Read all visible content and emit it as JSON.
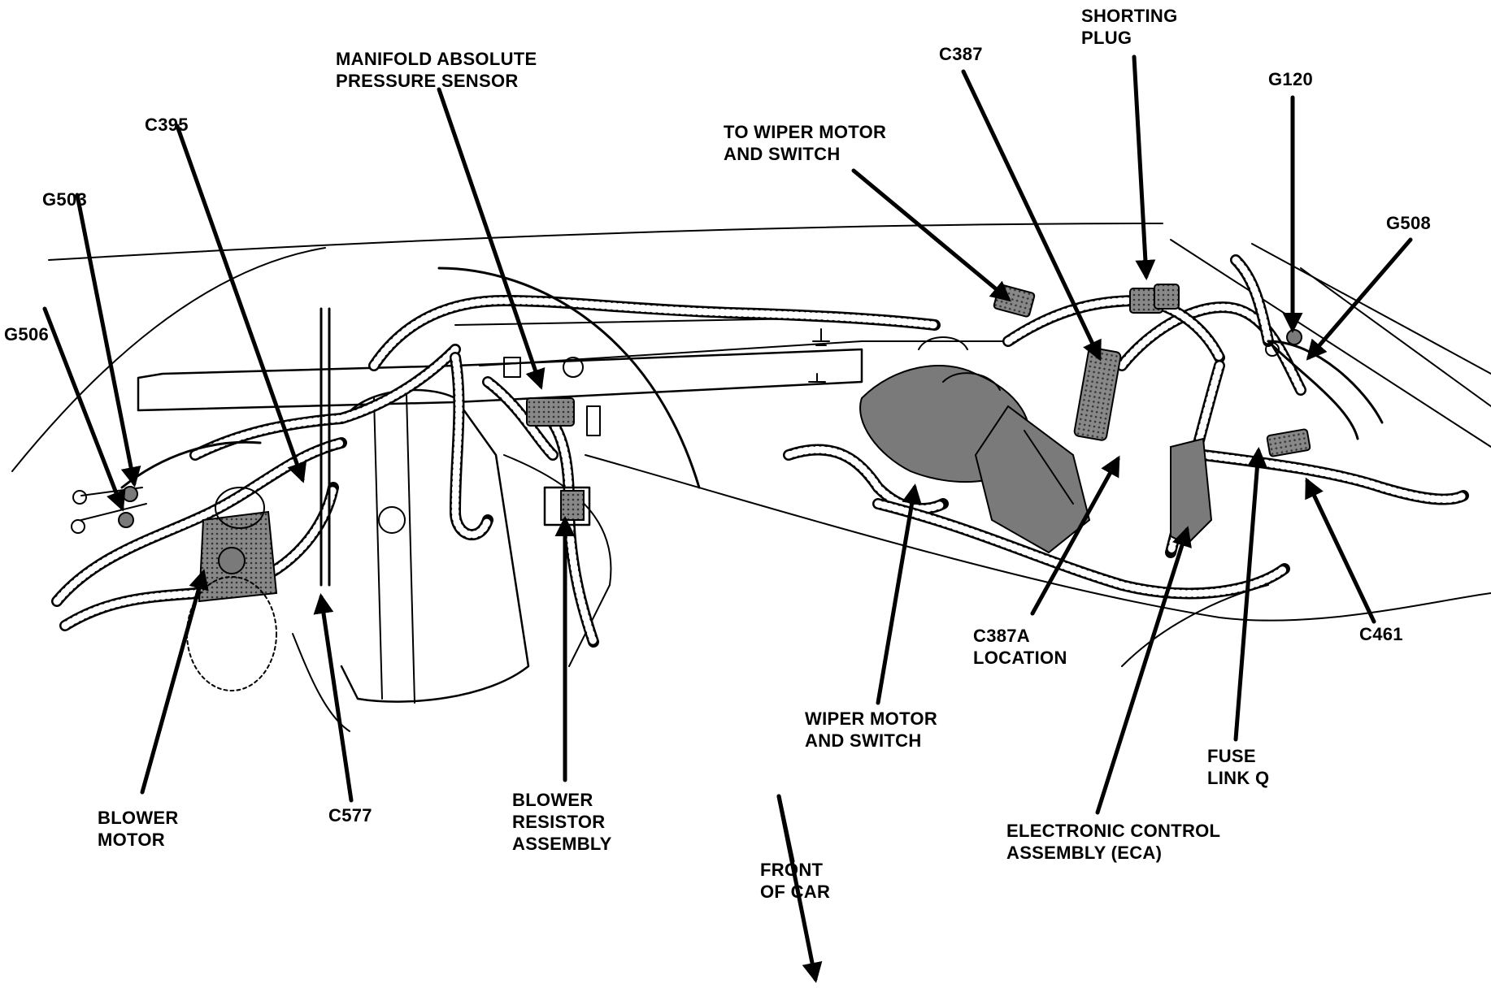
{
  "labels": {
    "manifold_sensor": [
      "MANIFOLD ABSOLUTE",
      "PRESSURE SENSOR"
    ],
    "c395": "C395",
    "g503": "G503",
    "g506": "G506",
    "wiper_motor_switch_to": [
      "TO WIPER MOTOR",
      "AND SWITCH"
    ],
    "c387": "C387",
    "shorting_plug": [
      "SHORTING",
      "PLUG"
    ],
    "g120": "G120",
    "g508": "G508",
    "blower_motor": [
      "BLOWER",
      "MOTOR"
    ],
    "c577": "C577",
    "blower_resistor": [
      "BLOWER",
      "RESISTOR",
      "ASSEMBLY"
    ],
    "wiper_motor_switch": [
      "WIPER MOTOR",
      "AND SWITCH"
    ],
    "c387a": [
      "C387A",
      "LOCATION"
    ],
    "c461": "C461",
    "fuse_link": [
      "FUSE",
      "LINK Q"
    ],
    "eca": [
      "ELECTRONIC CONTROL",
      "ASSEMBLY (ECA)"
    ],
    "front_of_car": [
      "FRONT",
      "OF CAR"
    ]
  }
}
